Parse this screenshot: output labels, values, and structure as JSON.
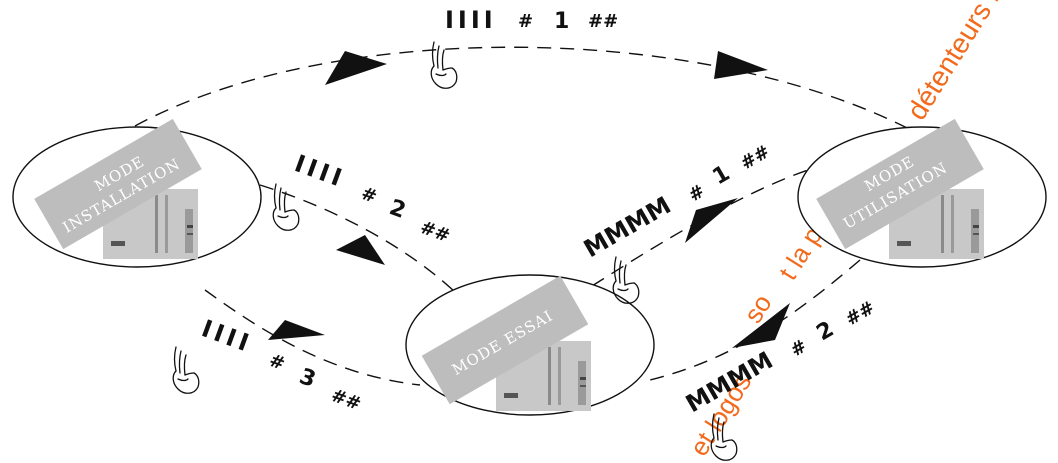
{
  "nodes": {
    "installation": {
      "line1": "MODE",
      "line2": "INSTALLATION"
    },
    "utilisation": {
      "line1": "MODE",
      "line2": "UTILISATION"
    },
    "essai": {
      "line1": "MODE ESSAI"
    }
  },
  "codes": {
    "top": {
      "bars": "IIII",
      "hash": "#",
      "num": "1",
      "end": "##"
    },
    "inst_essai": {
      "bars": "IIII",
      "hash": "#",
      "num": "2",
      "end": "##"
    },
    "bottom_left": {
      "bars": "IIII",
      "hash": "#",
      "num": "3",
      "end": "##"
    },
    "essai_util": {
      "bars": "MMMM",
      "hash": "#",
      "num": "1",
      "end": "##"
    },
    "util_essai": {
      "bars": "MMMM",
      "hash": "#",
      "num": "2",
      "end": "##"
    }
  },
  "watermark": {
    "text": "Les marques et logos sont la propriété de leurs détenteurs respectifs",
    "top_visible": "détenteurs re",
    "mid_visible": "so",
    "mid2_visible": "t la pro",
    "bottom_visible": "et logos"
  }
}
